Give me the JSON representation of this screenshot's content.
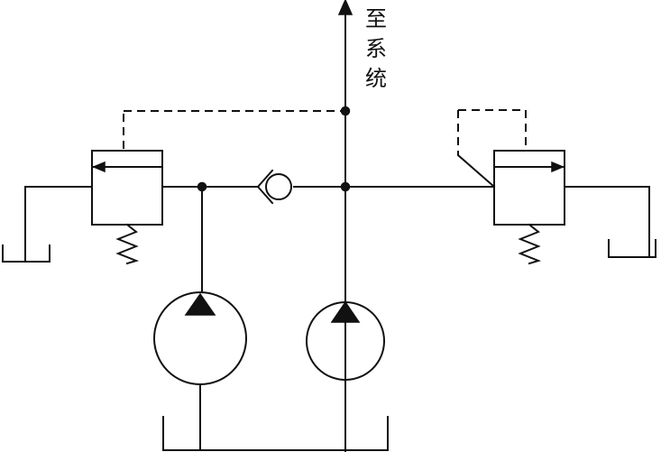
{
  "diagram": {
    "outlet_label_chars": [
      "至",
      "系",
      "统"
    ],
    "colors": {
      "line": "#111111",
      "background": "#ffffff"
    }
  }
}
